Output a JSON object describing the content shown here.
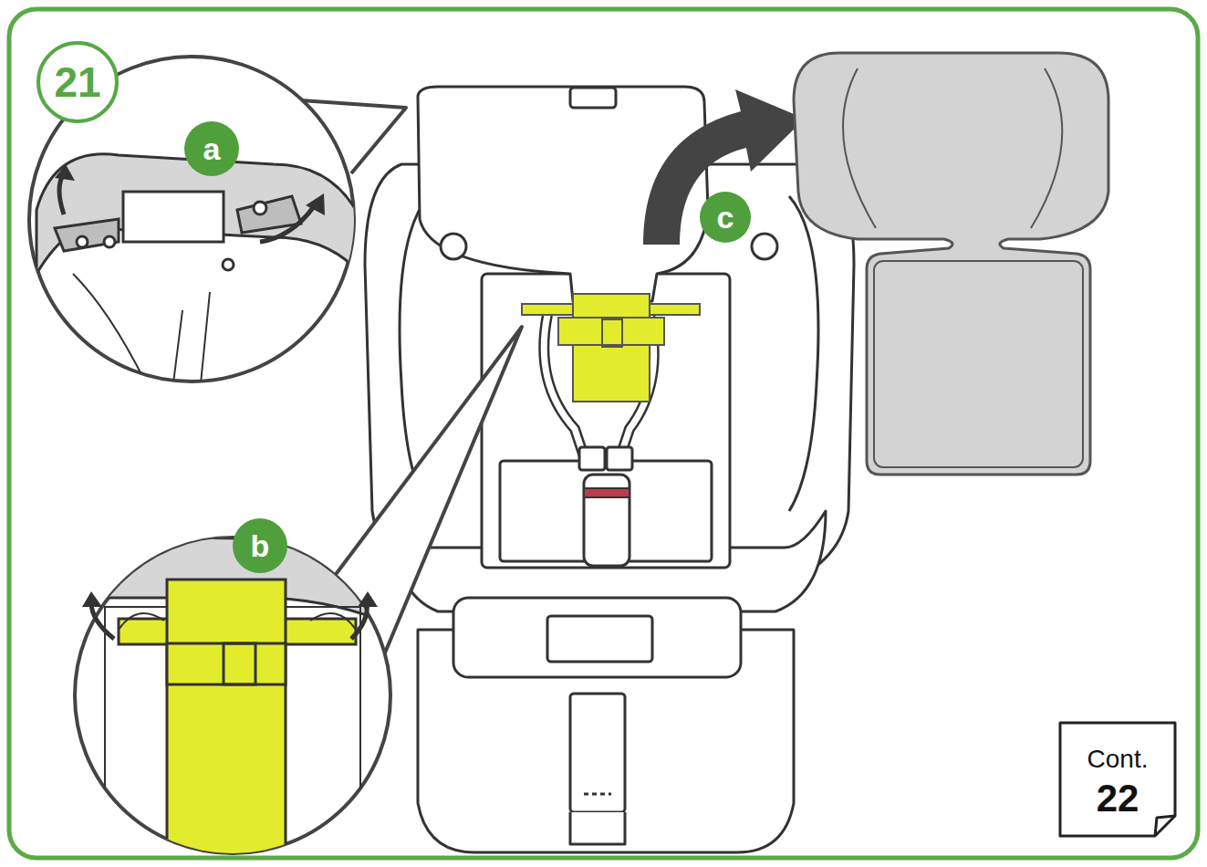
{
  "diagram": {
    "nodes": [
      {
        "text": [
          "21"
        ]
      },
      {
        "text": [
          "a"
        ]
      },
      {
        "text": [
          "b"
        ]
      },
      {
        "text": [
          "c"
        ]
      },
      {
        "text": [
          "Cont.",
          "22"
        ]
      }
    ]
  }
}
